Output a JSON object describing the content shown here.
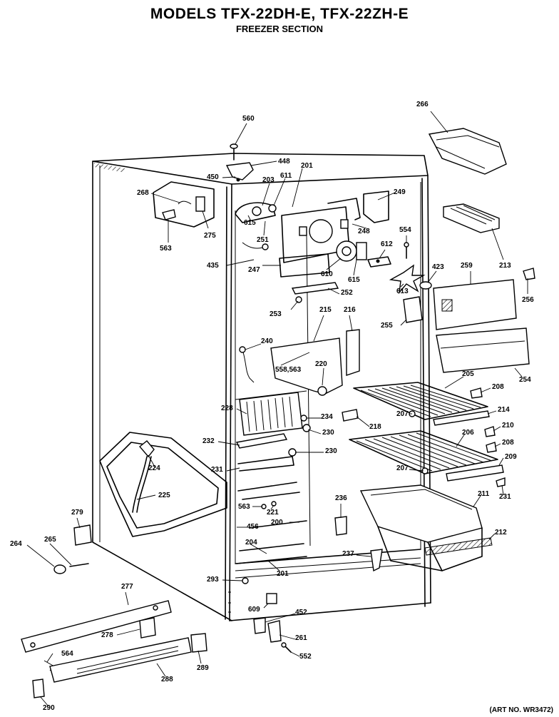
{
  "header": {
    "title": "MODELS TFX-22DH-E, TFX-22ZH-E",
    "subtitle": "FREEZER SECTION"
  },
  "footer": {
    "art_no": "(ART NO. WR3472)"
  },
  "parts": [
    {
      "id": "p560",
      "label": "560"
    },
    {
      "id": "p448",
      "label": "448"
    },
    {
      "id": "p450",
      "label": "450"
    },
    {
      "id": "p203",
      "label": "203"
    },
    {
      "id": "p611",
      "label": "611"
    },
    {
      "id": "p201a",
      "label": "201"
    },
    {
      "id": "p268",
      "label": "268"
    },
    {
      "id": "p275",
      "label": "275"
    },
    {
      "id": "p563a",
      "label": "563"
    },
    {
      "id": "p615a",
      "label": "615"
    },
    {
      "id": "p251",
      "label": "251"
    },
    {
      "id": "p249",
      "label": "249"
    },
    {
      "id": "p248",
      "label": "248"
    },
    {
      "id": "p554",
      "label": "554"
    },
    {
      "id": "p612",
      "label": "612"
    },
    {
      "id": "p435",
      "label": "435"
    },
    {
      "id": "p247",
      "label": "247"
    },
    {
      "id": "p610",
      "label": "610"
    },
    {
      "id": "p615b",
      "label": "615"
    },
    {
      "id": "p613",
      "label": "613"
    },
    {
      "id": "p423",
      "label": "423"
    },
    {
      "id": "p259",
      "label": "259"
    },
    {
      "id": "p213",
      "label": "213"
    },
    {
      "id": "p256",
      "label": "256"
    },
    {
      "id": "p266",
      "label": "266"
    },
    {
      "id": "p252",
      "label": "252"
    },
    {
      "id": "p253",
      "label": "253"
    },
    {
      "id": "p215",
      "label": "215"
    },
    {
      "id": "p216",
      "label": "216"
    },
    {
      "id": "p255",
      "label": "255"
    },
    {
      "id": "p240",
      "label": "240"
    },
    {
      "id": "p558",
      "label": "558,563"
    },
    {
      "id": "p220",
      "label": "220"
    },
    {
      "id": "p205",
      "label": "205"
    },
    {
      "id": "p254",
      "label": "254"
    },
    {
      "id": "p208a",
      "label": "208"
    },
    {
      "id": "p228",
      "label": "228"
    },
    {
      "id": "p234",
      "label": "234"
    },
    {
      "id": "p207a",
      "label": "207"
    },
    {
      "id": "p214",
      "label": "214"
    },
    {
      "id": "p218",
      "label": "218"
    },
    {
      "id": "p230a",
      "label": "230"
    },
    {
      "id": "p206",
      "label": "206"
    },
    {
      "id": "p210",
      "label": "210"
    },
    {
      "id": "p208b",
      "label": "208"
    },
    {
      "id": "p232",
      "label": "232"
    },
    {
      "id": "p230b",
      "label": "230"
    },
    {
      "id": "p209",
      "label": "209"
    },
    {
      "id": "p224",
      "label": "224"
    },
    {
      "id": "p231a",
      "label": "231"
    },
    {
      "id": "p207b",
      "label": "207"
    },
    {
      "id": "p231b",
      "label": "231"
    },
    {
      "id": "p225",
      "label": "225"
    },
    {
      "id": "p211",
      "label": "211"
    },
    {
      "id": "p563b",
      "label": "563"
    },
    {
      "id": "p221",
      "label": "221"
    },
    {
      "id": "p236",
      "label": "236"
    },
    {
      "id": "p279",
      "label": "279"
    },
    {
      "id": "p456",
      "label": "456"
    },
    {
      "id": "p200",
      "label": "200"
    },
    {
      "id": "p212",
      "label": "212"
    },
    {
      "id": "p264",
      "label": "264"
    },
    {
      "id": "p265",
      "label": "265"
    },
    {
      "id": "p204",
      "label": "204"
    },
    {
      "id": "p237",
      "label": "237"
    },
    {
      "id": "p201b",
      "label": "201"
    },
    {
      "id": "p293",
      "label": "293"
    },
    {
      "id": "p277",
      "label": "277"
    },
    {
      "id": "p609",
      "label": "609"
    },
    {
      "id": "p452",
      "label": "452"
    },
    {
      "id": "p278",
      "label": "278"
    },
    {
      "id": "p261",
      "label": "261"
    },
    {
      "id": "p564",
      "label": "564"
    },
    {
      "id": "p552",
      "label": "552"
    },
    {
      "id": "p289",
      "label": "289"
    },
    {
      "id": "p288",
      "label": "288"
    },
    {
      "id": "p290",
      "label": "290"
    }
  ]
}
